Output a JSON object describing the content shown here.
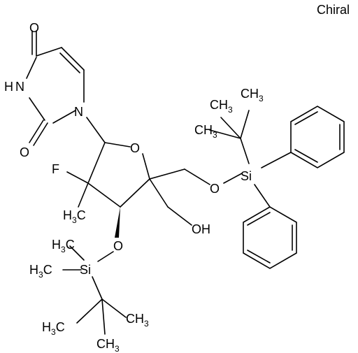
{
  "chirality_label": "Chiral",
  "atoms": {
    "o_top": "O",
    "hn": "H",
    "n3": "N",
    "n1": "N",
    "o_c2": "O",
    "f": "F",
    "o_ring": "O",
    "o_silyl_right": "O",
    "si_right": "Si",
    "oh": "OH",
    "h3c_methyl": "H",
    "c3_methyl": "C",
    "o_silyl_left": "O",
    "si_left": "Si",
    "ch3": "CH",
    "h3c": "H",
    "c": "C",
    "three": "3"
  },
  "colors": {
    "text": "#000000",
    "bond": "#000000"
  }
}
